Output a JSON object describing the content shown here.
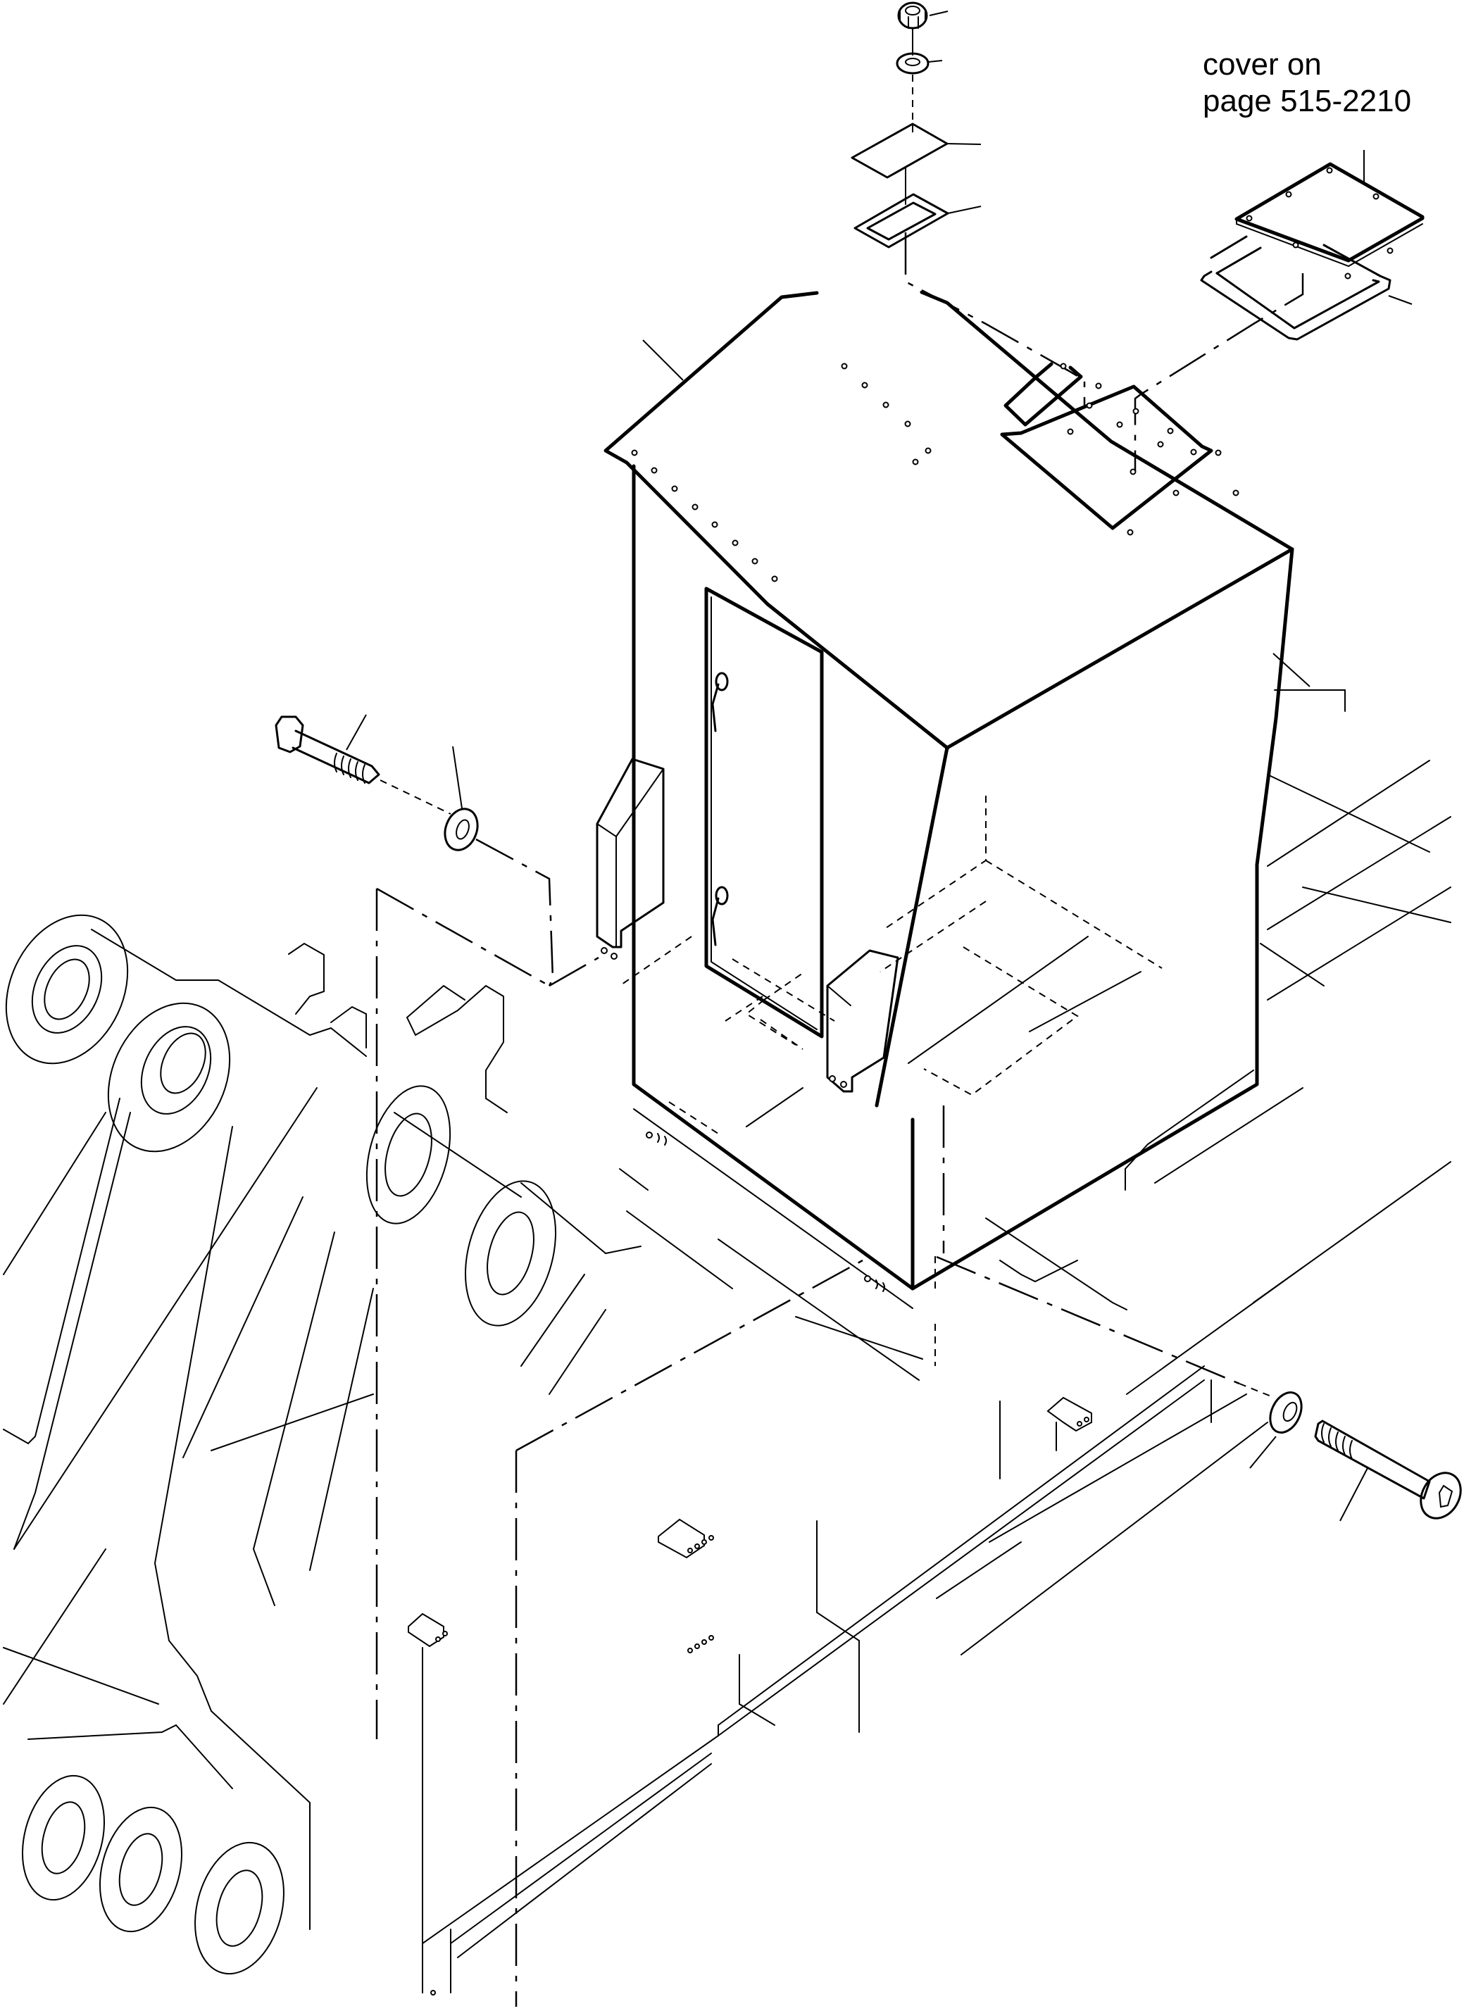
{
  "diagram": {
    "type": "exploded isometric parts illustration",
    "annotation": {
      "line1": "cover on",
      "line2": "page 515-2210"
    },
    "colors": {
      "line": "#000000",
      "background": "#ffffff"
    },
    "parts": [
      {
        "id": "hex-nut",
        "label": "hex nut"
      },
      {
        "id": "washer-top",
        "label": "washer"
      },
      {
        "id": "small-plate",
        "label": "plate"
      },
      {
        "id": "small-gasket",
        "label": "gasket"
      },
      {
        "id": "access-cover",
        "label": "cover"
      },
      {
        "id": "access-cover-gasket",
        "label": "cover gasket"
      },
      {
        "id": "cabinet",
        "label": "cabinet housing"
      },
      {
        "id": "cabinet-door",
        "label": "door"
      },
      {
        "id": "hex-bolt-left",
        "label": "hex bolt"
      },
      {
        "id": "washer-left",
        "label": "washer"
      },
      {
        "id": "washer-right",
        "label": "washer"
      },
      {
        "id": "socket-cap-screw-right",
        "label": "socket head cap screw"
      },
      {
        "id": "boom-linkage",
        "label": "boom linkage"
      },
      {
        "id": "machine-frame",
        "label": "frame"
      }
    ]
  }
}
